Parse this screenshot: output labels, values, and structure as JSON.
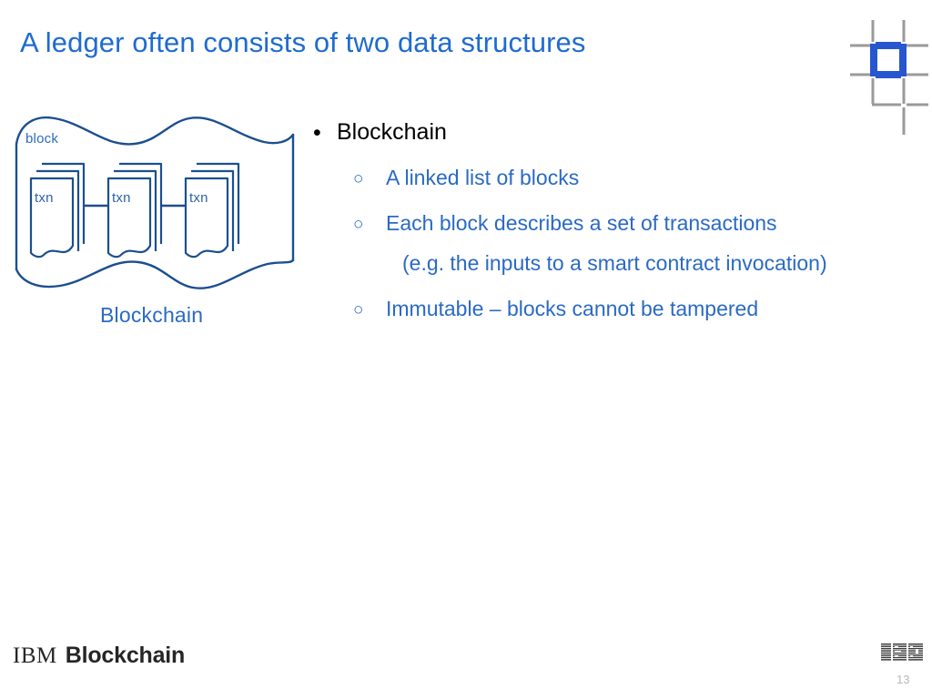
{
  "slide": {
    "title": "A ledger often consists of two data structures",
    "page_number": "13",
    "title_color": "#1f6bd0",
    "body_color": "#2a6ac4",
    "diagram_stroke": "#1b4f8f"
  },
  "diagram": {
    "block_label": "block",
    "caption": "Blockchain",
    "txn_labels": [
      "txn",
      "txn",
      "txn"
    ]
  },
  "content": {
    "bullet_marker_level1": "•",
    "bullet_marker_level2": "○",
    "items": [
      {
        "level": 1,
        "text": "Blockchain"
      },
      {
        "level": 2,
        "text": "A linked list of blocks"
      },
      {
        "level": 2,
        "text": "Each block describes a set of transactions"
      },
      {
        "level": 2,
        "continuation": true,
        "text": "(e.g. the inputs to a smart contract invocation)"
      },
      {
        "level": 2,
        "text": "Immutable – blocks cannot be tampered"
      }
    ]
  },
  "footer": {
    "brand": "IBM",
    "product": "Blockchain"
  }
}
